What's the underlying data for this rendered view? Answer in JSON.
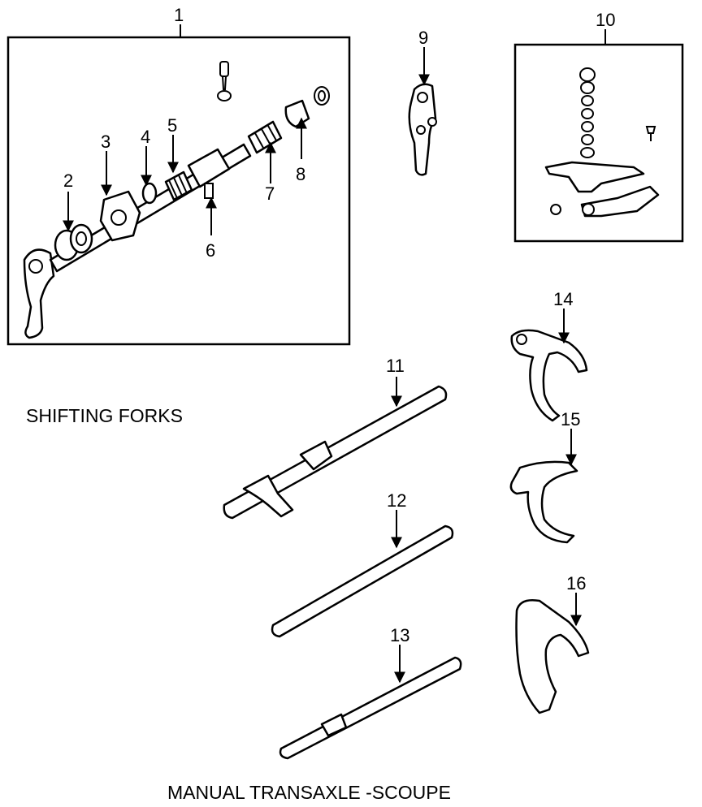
{
  "diagram": {
    "section_title": "SHIFTING FORKS",
    "footer_title": "MANUAL TRANSAXLE -SCOUPE",
    "callouts": [
      "1",
      "2",
      "3",
      "4",
      "5",
      "6",
      "7",
      "8",
      "9",
      "10",
      "11",
      "12",
      "13",
      "14",
      "15",
      "16"
    ]
  }
}
